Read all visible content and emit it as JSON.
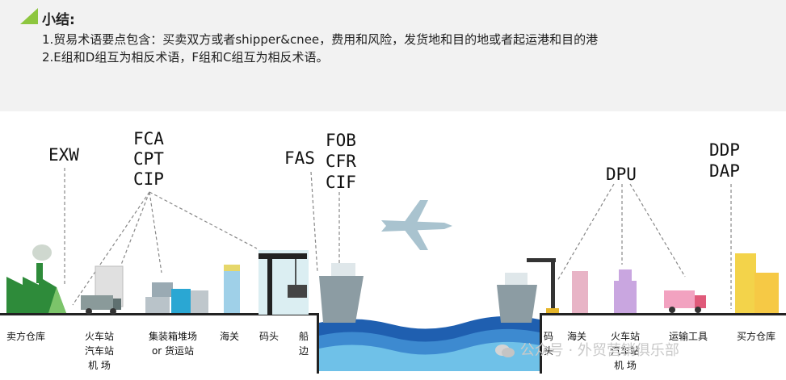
{
  "summary": {
    "title": "小结:",
    "line1": "1.贸易术语要点包含：买卖双方或者shipper&cnee，费用和风险，发货地和目的地或者起运港和目的港",
    "line2": "2.E组和D组互为相反术语，F组和C组互为相反术语。"
  },
  "terms": {
    "exw": "EXW",
    "fca": "FCA",
    "cpt": "CPT",
    "cip": "CIP",
    "fas": "FAS",
    "fob": "FOB",
    "cfr": "CFR",
    "cif": "CIF",
    "dpu": "DPU",
    "ddp": "DDP",
    "dap": "DAP"
  },
  "locations": {
    "seller_warehouse": "卖方仓库",
    "station": [
      "火车站",
      "汽车站",
      "机  场"
    ],
    "container_yard": [
      "集装箱堆场",
      "or 货运站"
    ],
    "customs": "海关",
    "wharf": "码头",
    "shipside": [
      "船",
      "边"
    ],
    "dest_wharf": [
      "码",
      "头"
    ],
    "dest_customs": "海关",
    "dest_station": [
      "火车站",
      "汽车站",
      "机  场"
    ],
    "transport": "运输工具",
    "buyer_warehouse": "买方仓库"
  },
  "watermark": "公众号 · 外贸营销俱乐部",
  "colors": {
    "accent": "#8dc63f",
    "summary_bg": "#f2f2f2",
    "sea_dark": "#1f5fb0",
    "sea_light": "#6fc1e8",
    "factory": "#2e8b3a",
    "plane": "#a9c3cf"
  }
}
